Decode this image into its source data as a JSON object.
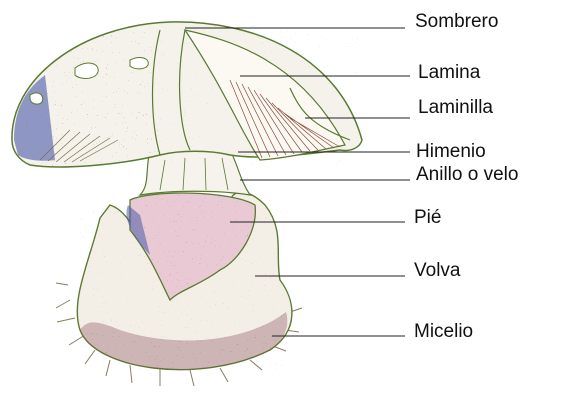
{
  "labels": [
    {
      "id": "sombrero",
      "text": "Sombrero"
    },
    {
      "id": "lamina",
      "text": "Lamina"
    },
    {
      "id": "laminilla",
      "text": "Laminilla"
    },
    {
      "id": "himenio",
      "text": "Himenio"
    },
    {
      "id": "anillo",
      "text": "Anillo o velo"
    },
    {
      "id": "pie",
      "text": "Pié"
    },
    {
      "id": "volva",
      "text": "Volva"
    },
    {
      "id": "micelio",
      "text": "Micelio"
    }
  ],
  "colors": {
    "outline": "#5a7a32",
    "cap_pink": "#b0306a",
    "cap_blue": "#4a5aa8",
    "stipple_green": "#7aa048",
    "volva_dark": "#6a2a3a",
    "leader": "#222222"
  }
}
